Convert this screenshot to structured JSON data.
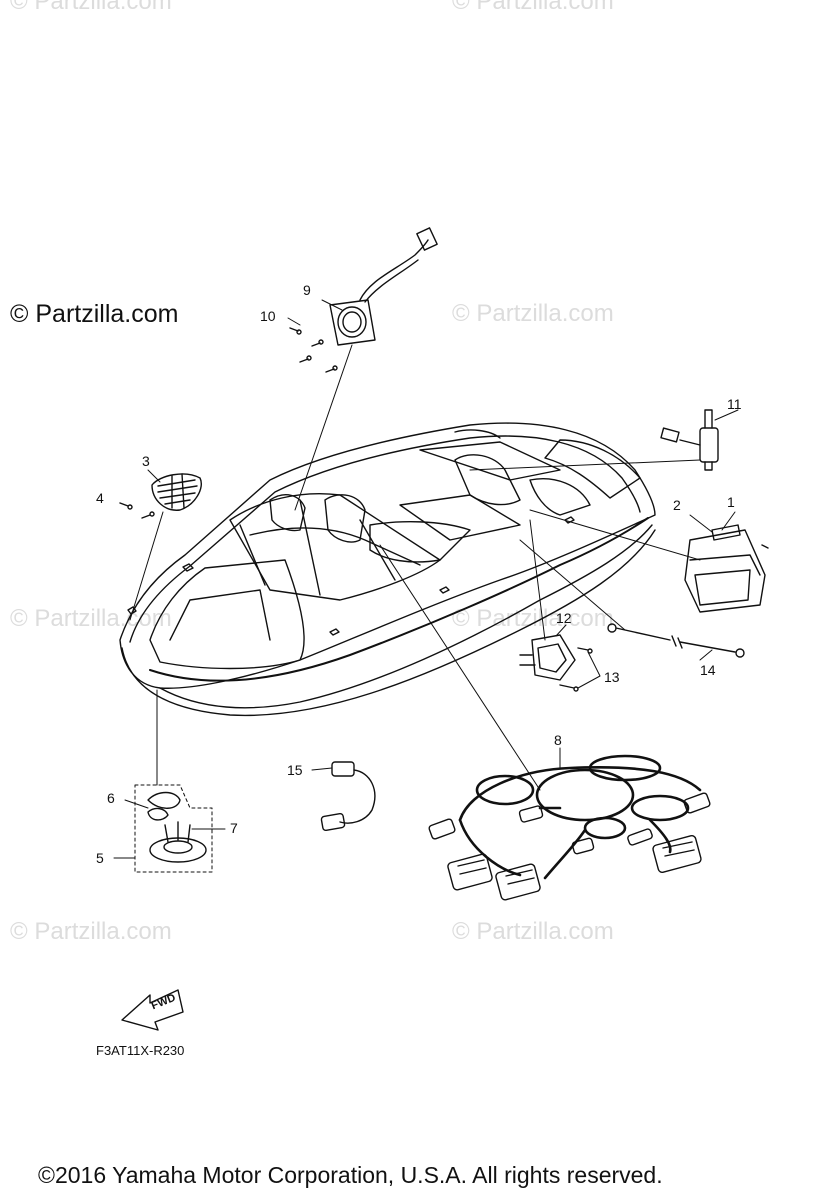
{
  "brand_text": "© Partzilla.com",
  "watermark_text": "© Partzilla.com",
  "diagram_code": "F3AT11X-R230",
  "fwd_label": "FWD",
  "copyright": "©2016  Yamaha Motor Corporation, U.S.A. All rights reserved.",
  "callouts": {
    "c1": "1",
    "c2": "2",
    "c3": "3",
    "c4": "4",
    "c5": "5",
    "c6": "6",
    "c7": "7",
    "c8": "8",
    "c9": "9",
    "c10": "10",
    "c11": "11",
    "c12": "12",
    "c13": "13",
    "c14": "14",
    "c15": "15"
  },
  "colors": {
    "line": "#111111",
    "watermark": "#dcdcdc"
  }
}
